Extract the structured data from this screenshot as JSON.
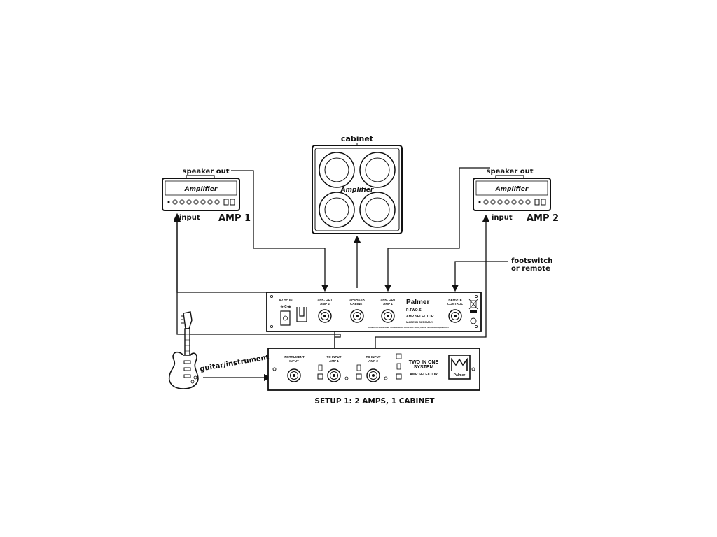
{
  "labels": {
    "cabinet": "cabinet",
    "speaker_out_left": "speaker out",
    "speaker_out_right": "speaker out",
    "input_left": "input",
    "input_right": "input",
    "amp1": "AMP 1",
    "amp2": "AMP 2",
    "footswitch_1": "footswitch",
    "footswitch_2": "or remote",
    "guitar": "guitar/instrument",
    "caption": "SETUP 1: 2 AMPS, 1 CABINET"
  },
  "amp_head": {
    "brand": "Amplifier"
  },
  "cabinet_unit": {
    "brand": "Amplifier"
  },
  "rear_panel": {
    "dc_in": "9V DC IN",
    "spk_out_amp2_1": "SPK. OUT",
    "spk_out_amp2_2": "AMP 2",
    "speaker_cab_1": "SPEAKER",
    "speaker_cab_2": "CABINET",
    "spk_out_amp1_1": "SPK. OUT",
    "spk_out_amp1_2": "AMP 1",
    "brand": "Palmer",
    "model": "P-TWO-S",
    "type": "AMP SELECTOR",
    "made_in": "MADE IN GERMANY",
    "remote_1": "REMOTE",
    "remote_2": "CONTROL",
    "trademark": "PALMER IS A REGISTERED TRADEMARK OF ADAM HALL GMBH, D-61267 NEU-ANSPACH, GERMANY"
  },
  "front_panel": {
    "instrument_1": "INSTRUMENT",
    "instrument_2": "INPUT",
    "to_input_amp1_1": "TO INPUT",
    "to_input_amp1_2": "AMP 1",
    "to_input_amp2_1": "TO INPUT",
    "to_input_amp2_2": "AMP 2",
    "title_1": "TWO IN ONE",
    "title_2": "SYSTEM",
    "subtitle": "AMP SELECTOR",
    "logo": "Palmer"
  }
}
